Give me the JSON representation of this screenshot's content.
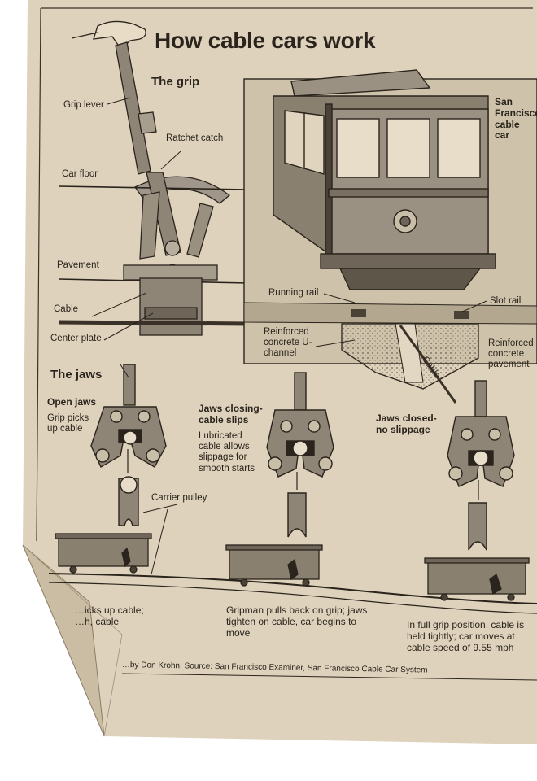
{
  "title": "How cable cars work",
  "grip": {
    "heading": "The grip",
    "labels": {
      "grip_lever": "Grip lever",
      "ratchet_catch": "Ratchet catch",
      "car_floor": "Car floor",
      "pavement": "Pavement",
      "cable": "Cable",
      "center_plate": "Center plate"
    }
  },
  "cable_car": {
    "name": "San Francisco cable car",
    "labels": {
      "running_rail": "Running rail",
      "slot_rail": "Slot rail",
      "u_channel": "Reinforced concrete U-channel",
      "pavement": "Reinforced concrete pavement",
      "cable": "Cable"
    }
  },
  "jaws": {
    "heading": "The jaws",
    "carrier_pulley": "Carrier pulley",
    "stages": [
      {
        "title": "Open jaws",
        "note": "Grip picks up cable",
        "caption": "…icks up cable; …h, cable"
      },
      {
        "title": "Jaws closing- cable slips",
        "note": "Lubricated cable allows slippage for smooth starts",
        "caption": "Gripman pulls back on grip; jaws tighten on cable, car begins to move"
      },
      {
        "title": "Jaws closed- no slippage",
        "note": "",
        "caption": "In full grip position, cable is held tightly; car moves at cable speed of 9.55 mph"
      }
    ]
  },
  "credit": "…by Don Krohn; Source: San Francisco Examiner, San Francisco Cable Car System",
  "colors": {
    "paper": "#dfd2bc",
    "ink": "#2a241c",
    "panel": "#cfc2aa"
  }
}
